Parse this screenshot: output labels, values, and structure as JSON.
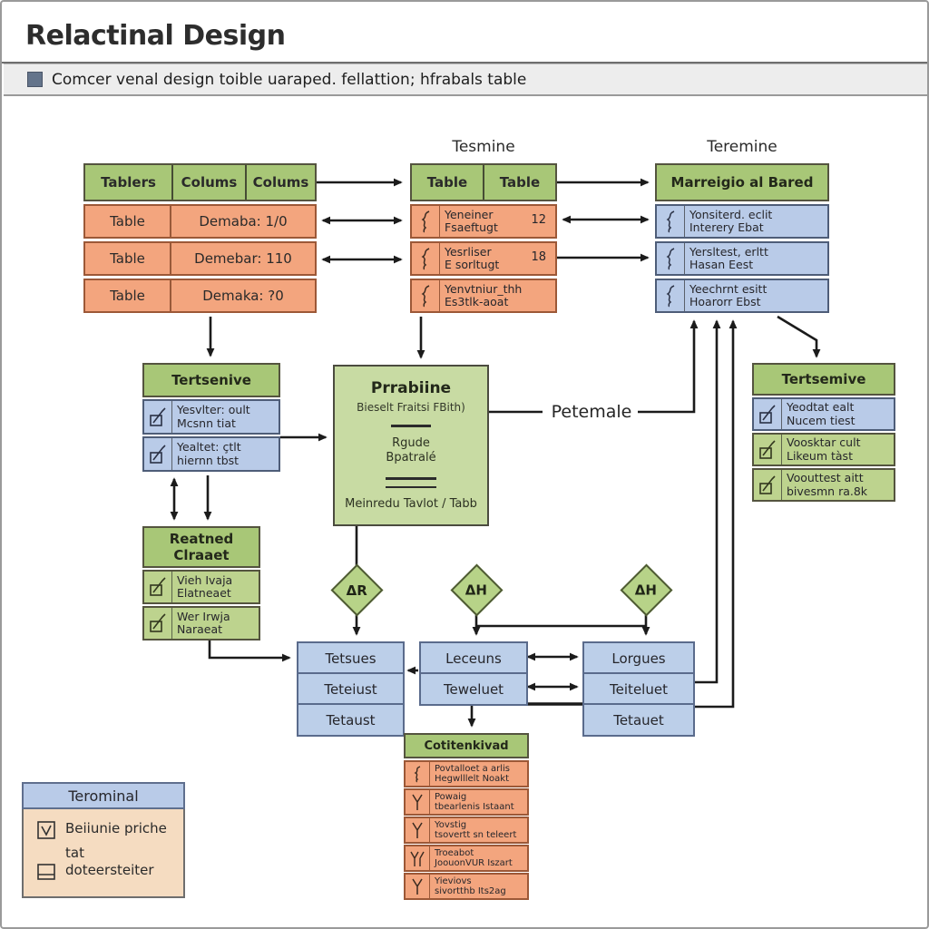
{
  "colors": {
    "green_header": "#a8c777",
    "light_green_box": "#c8dba3",
    "green_row": "#bdd38e",
    "diamond_green": "#b7d388",
    "salmon_row": "#f3a57e",
    "blue_row": "#b9cbe8",
    "legend_body": "#f5dcc1",
    "subtitle_bar": "#ededed",
    "arrow": "#1b1b1b"
  },
  "header": {
    "title": "Relactinal Design",
    "subtitle": "Comcer venal design toible uaraped. fellattion; hfrabals table"
  },
  "labels": {
    "top_mid": "Tesmine",
    "top_right": "Teremine",
    "relation": "Petemale"
  },
  "top_left_table": {
    "headers": [
      "Tablers",
      "Colums",
      "Colums"
    ],
    "rows": [
      [
        "Table",
        "Demaba: 1/0"
      ],
      [
        "Table",
        "Demebar: 110"
      ],
      [
        "Table",
        "Demaka: ?0"
      ]
    ]
  },
  "top_mid_table": {
    "headers": [
      "Table",
      "Table"
    ],
    "rows": [
      {
        "l1": "Yeneiner",
        "l2": "Fsaeftugt",
        "n": "12"
      },
      {
        "l1": "Yesrliser",
        "l2": "E sorltugt",
        "n": "18"
      },
      {
        "l1": "Yenvtniur_thh",
        "l2": "Es3tlk-aoat",
        "n": ""
      }
    ]
  },
  "top_right_table": {
    "header": "Marreigio al Bared",
    "rows": [
      {
        "l1": "Yonsiterd. eclit",
        "l2": "Interery Ebat"
      },
      {
        "l1": "Yersltest, erltt",
        "l2": "Hasan Eest"
      },
      {
        "l1": "Yeechrnt esitt",
        "l2": "Hoarorr Ebst"
      }
    ]
  },
  "tertsenive_box": {
    "header": "Tertsenive",
    "rows": [
      {
        "l1": "Yesvlter: oult",
        "l2": "Mcsnn tiat"
      },
      {
        "l1": "Yealtet: çtlt",
        "l2": "hiernn tbst"
      }
    ]
  },
  "center_box": {
    "title": "Prrabiine",
    "subtitle": "Bieselt Fraitsi FBith)",
    "mid1": "Rgude",
    "mid2": "Bpatralé",
    "footer": "Meinredu Tavlot / Tabb"
  },
  "tertsemive_box": {
    "header": "Tertsemive",
    "rows": [
      {
        "l1": "Yeodtat ealt",
        "l2": "Nucem tiest"
      },
      {
        "l1": "Voosktar cult",
        "l2": "Likeum tàst"
      },
      {
        "l1": "Voouttest aitt",
        "l2": "bivesmn ra.8k"
      }
    ]
  },
  "reatned_box": {
    "header1": "Reatned",
    "header2": "Clraaet",
    "rows": [
      {
        "l1": "Vieh Ivaja",
        "l2": "Elatneaet"
      },
      {
        "l1": "Wer Irwja",
        "l2": "Naraeat"
      }
    ]
  },
  "diamonds": {
    "d1": "ΔR",
    "d2": "ΔH",
    "d3": "ΔH"
  },
  "bottom_left_table": {
    "rows": [
      "Tetsues",
      "Teteiust",
      "Tetaust"
    ]
  },
  "bottom_mid_table": {
    "rows": [
      "Leceuns",
      "Teweluet"
    ]
  },
  "bottom_right_table": {
    "rows": [
      "Lorgues",
      "Teiteluet",
      "Tetauet"
    ]
  },
  "cotitenkivad_box": {
    "header": "Cotitenkivad",
    "rows": [
      {
        "l1": "Povtalloet a arlis",
        "l2": "Hegwlllelt Noakt"
      },
      {
        "l1": "Powaig",
        "l2": "tbearlenis Istaant"
      },
      {
        "l1": "Yovstig",
        "l2": "tsovertt sn teleert"
      },
      {
        "l1": "Troeabot",
        "l2": "JoouonVUR Iszart"
      },
      {
        "l1": "Yieviovs",
        "l2": "sivortthb Its2ag"
      }
    ]
  },
  "legend": {
    "header": "Terominal",
    "item1_l1": "Beiiunie priche",
    "item1_l2": "tat",
    "item2": "doteersteiter"
  }
}
